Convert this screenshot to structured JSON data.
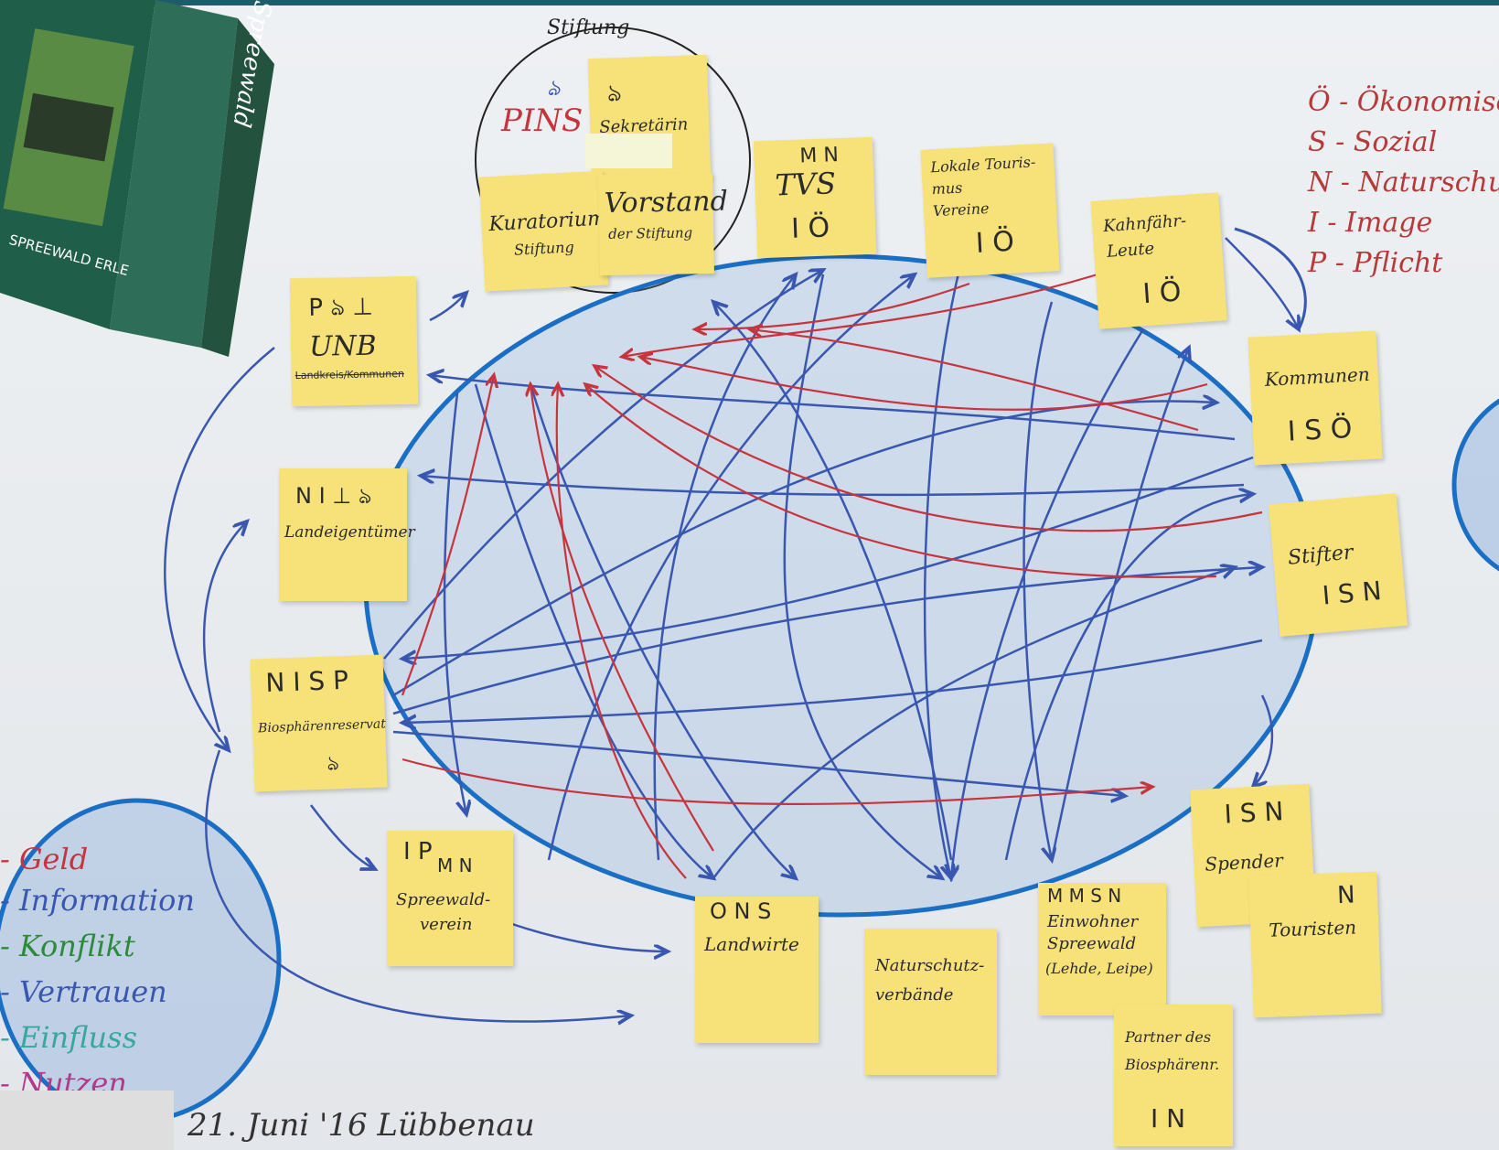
{
  "stiftung_label": "Stiftung",
  "brochure": {
    "title": "Spreewald",
    "spine_text": "SPREEWALD ERLE"
  },
  "notes": {
    "pins": {
      "label": "PINS",
      "mark": "ঌ"
    },
    "sekretaerin": {
      "label": "Sekretärin",
      "mark": "ঌ"
    },
    "kuratorium": {
      "line1": "Kuratorium",
      "line2": "Stiftung"
    },
    "vorstand": {
      "line1": "Vorstand",
      "line2": "der Stiftung"
    },
    "tvs": {
      "label": "TVS",
      "top": "M N",
      "code": "I Ö"
    },
    "lokale": {
      "line1": "Lokale Touris-",
      "line2": "mus",
      "line3": "Vereine",
      "code": "I Ö"
    },
    "kahnfaehr": {
      "line1": "Kahnfähr-",
      "line2": "Leute",
      "code": "I Ö"
    },
    "kommunen": {
      "label": "Kommunen",
      "code": "I S Ö"
    },
    "stifter": {
      "label": "Stifter",
      "code": "I S N"
    },
    "unb": {
      "codes": "P ঌ ⊥",
      "label": "UNB",
      "sub": "Landkreis/Kommunen"
    },
    "landeigen": {
      "codes": "N I ⊥ ঌ",
      "label": "Landeigentümer"
    },
    "nisp": {
      "codes": "N I S P",
      "label": "Biosphärenreservat",
      "mark": "ঌ"
    },
    "ip": {
      "codes": "I P",
      "marks": "M N",
      "label1": "Spreewald-",
      "label2": "verein"
    },
    "landwirte": {
      "codes": "O N S",
      "label": "Landwirte"
    },
    "naturschutz": {
      "line1": "Naturschutz-",
      "line2": "verbände"
    },
    "einwohner": {
      "codes": "M M  S N",
      "line1": "Einwohner",
      "line2": "Spreewald",
      "line3": "(Lehde, Leipe)"
    },
    "spender": {
      "codes": "I S N",
      "label": "Spender"
    },
    "touristen": {
      "code": "N",
      "label": "Touristen"
    },
    "partner": {
      "line1": "Partner des",
      "line2": "Biosphärenr.",
      "code": "I N"
    }
  },
  "codes_legend": [
    "Ö - Ökonomisch",
    "S - Sozial",
    "N - Naturschutz",
    "I - Image",
    "P - Pflicht"
  ],
  "edge_legend": [
    {
      "label": "- Geld",
      "color": "#c7343e"
    },
    {
      "label": "- Information",
      "color": "#3a57b0"
    },
    {
      "label": "- Konflikt",
      "color": "#2c8a3a"
    },
    {
      "label": "- Vertrauen",
      "color": "#3a57b0"
    },
    {
      "label": "- Einfluss",
      "color": "#3aa6a0"
    },
    {
      "label": "- Nutzen",
      "color": "#b13a8a"
    }
  ],
  "date_text": "21. Juni '16 Lübbenau",
  "colors": {
    "note": "#f7e27a",
    "ellipse": "#1a6fc4",
    "blue_arrow": "#3a57b0",
    "red_arrow": "#c7343e"
  }
}
